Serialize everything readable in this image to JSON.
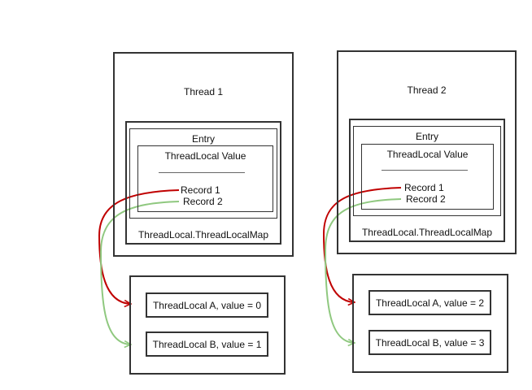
{
  "threads": [
    {
      "title": "Thread 1",
      "entry_label": "Entry",
      "columns": "ThreadLocal  Value",
      "records": [
        "Record 1",
        "Record 2"
      ],
      "map_label": "ThreadLocal.ThreadLocalMap",
      "values": [
        "ThreadLocal A, value = 0",
        "ThreadLocal B, value = 1"
      ]
    },
    {
      "title": "Thread 2",
      "entry_label": "Entry",
      "columns": "ThreadLocal  Value",
      "records": [
        "Record 1",
        "Record 2"
      ],
      "map_label": "ThreadLocal.ThreadLocalMap",
      "values": [
        "ThreadLocal A, value = 2",
        "ThreadLocal B, value = 3"
      ]
    }
  ],
  "colors": {
    "record1_arrow": "#c00000",
    "record2_arrow": "#8fc87f",
    "border": "#333333"
  }
}
